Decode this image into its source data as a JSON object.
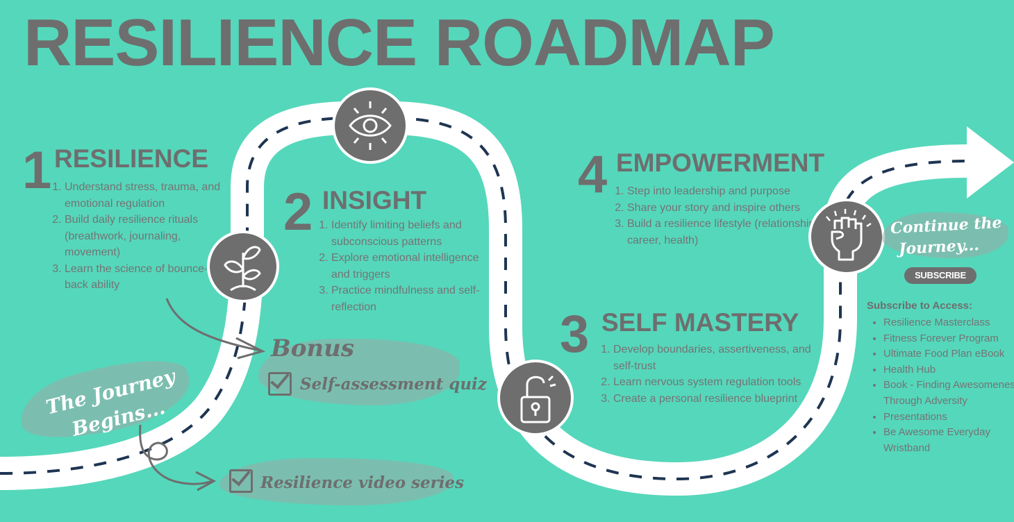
{
  "title": "RESILIENCE ROADMAP",
  "stages": [
    {
      "number": "1",
      "heading": "RESILIENCE",
      "items": [
        "Understand stress, trauma, and emotional regulation",
        "Build daily resilience rituals (breathwork, journaling, movement)",
        "Learn the science of bounce-back ability"
      ],
      "icon": "sprout-icon"
    },
    {
      "number": "2",
      "heading": "INSIGHT",
      "items": [
        "Identify limiting beliefs and subconscious patterns",
        "Explore emotional intelligence and triggers",
        "Practice mindfulness and self-reflection"
      ],
      "icon": "eye-icon"
    },
    {
      "number": "3",
      "heading": "SELF MASTERY",
      "items": [
        "Develop boundaries, assertiveness, and self-trust",
        "Learn nervous system regulation tools",
        "Create a personal resilience blueprint"
      ],
      "icon": "open-padlock-icon"
    },
    {
      "number": "4",
      "heading": "EMPOWERMENT",
      "items": [
        "Step into leadership and purpose",
        "Share your story and inspire others",
        "Build a resilience lifestyle (relationships, career, health)"
      ],
      "icon": "raised-fist-icon"
    }
  ],
  "journey_begins": {
    "line1": "The Journey",
    "line2": "Begins..."
  },
  "bonus": {
    "label": "Bonus",
    "items": [
      "Self-assessment quiz",
      "Resilience video series"
    ]
  },
  "continue": {
    "line1": "Continue the",
    "line2": "Journey...",
    "button": "SUBSCRIBE"
  },
  "access": {
    "title": "Subscribe to Access:",
    "items": [
      "Resilience Masterclass",
      "Fitness Forever Program",
      "Ultimate Food Plan eBook",
      "Health Hub",
      "Book - Finding Awesomeness Through Adversity",
      "Presentations",
      "Be Awesome Everyday Wristband"
    ]
  },
  "colors": {
    "background": "#55D7BB",
    "text": "#6E6E6E",
    "road": "#FFFFFF",
    "road_dash": "#1E3552"
  }
}
